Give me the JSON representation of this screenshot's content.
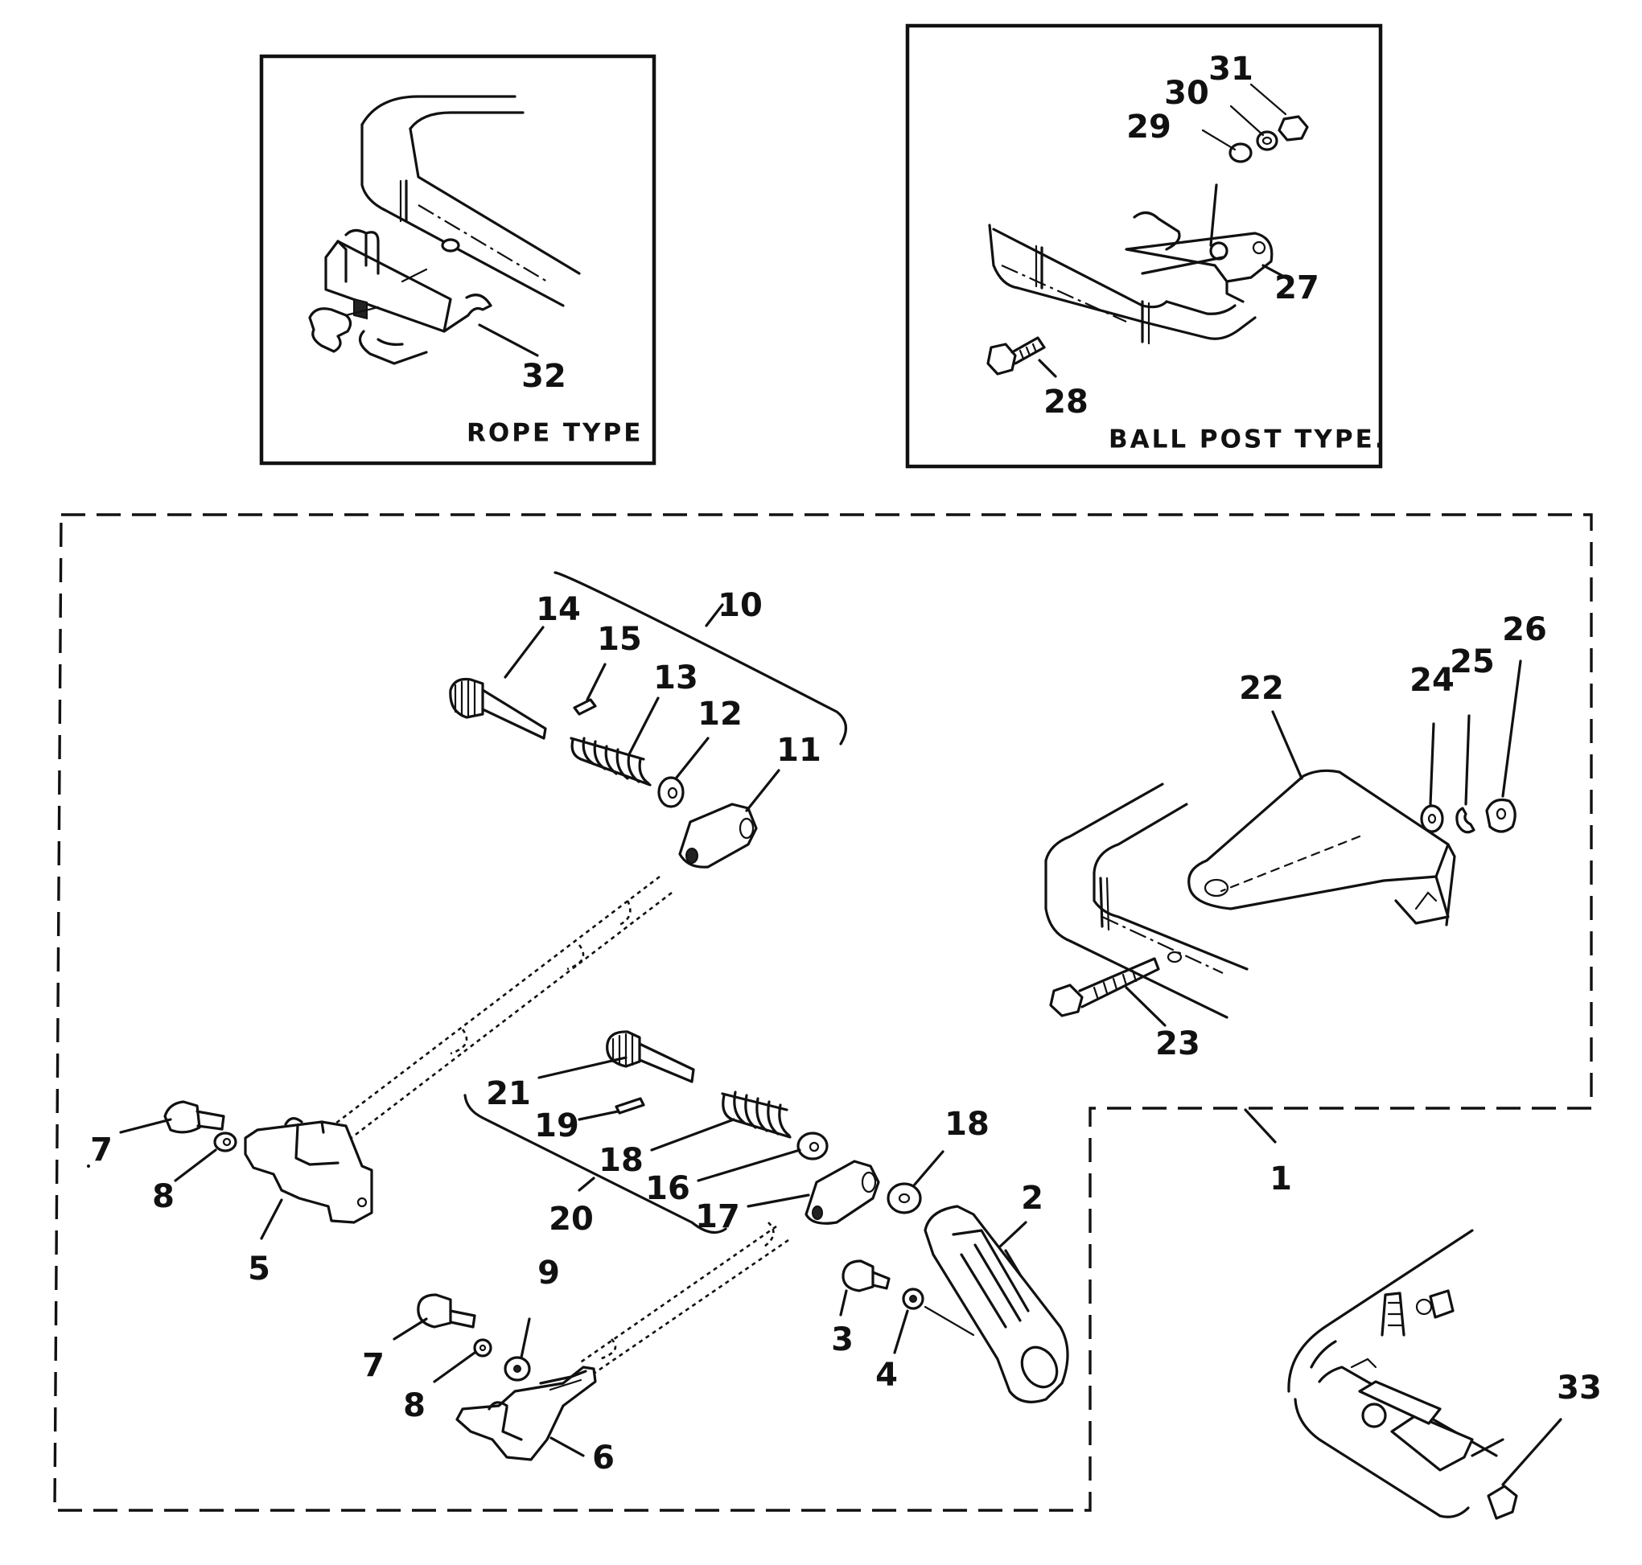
{
  "insets": {
    "rope_type_caption": "ROPE TYPE",
    "ball_post_type_caption": "BALL POST TYPE."
  },
  "callouts": [
    {
      "id": "c32",
      "label": "32"
    },
    {
      "id": "c31",
      "label": "31"
    },
    {
      "id": "c30",
      "label": "30"
    },
    {
      "id": "c29",
      "label": "29"
    },
    {
      "id": "c27",
      "label": "27"
    },
    {
      "id": "c28",
      "label": "28"
    },
    {
      "id": "c10",
      "label": "10"
    },
    {
      "id": "c14",
      "label": "14"
    },
    {
      "id": "c15",
      "label": "15"
    },
    {
      "id": "c13",
      "label": "13"
    },
    {
      "id": "c12",
      "label": "12"
    },
    {
      "id": "c11",
      "label": "11"
    },
    {
      "id": "c22",
      "label": "22"
    },
    {
      "id": "c24",
      "label": "24"
    },
    {
      "id": "c25",
      "label": "25"
    },
    {
      "id": "c26",
      "label": "26"
    },
    {
      "id": "c23",
      "label": "23"
    },
    {
      "id": "c20",
      "label": "20"
    },
    {
      "id": "c21",
      "label": "21"
    },
    {
      "id": "c19",
      "label": "19"
    },
    {
      "id": "c18a",
      "label": "18"
    },
    {
      "id": "c18b",
      "label": "18"
    },
    {
      "id": "c16",
      "label": "16"
    },
    {
      "id": "c17",
      "label": "17"
    },
    {
      "id": "c7a",
      "label": "7"
    },
    {
      "id": "c8a",
      "label": "8"
    },
    {
      "id": "c5",
      "label": "5"
    },
    {
      "id": "c1",
      "label": "1"
    },
    {
      "id": "c2",
      "label": "2"
    },
    {
      "id": "c3",
      "label": "3"
    },
    {
      "id": "c4",
      "label": "4"
    },
    {
      "id": "c9",
      "label": "9"
    },
    {
      "id": "c7b",
      "label": "7"
    },
    {
      "id": "c8b",
      "label": "8"
    },
    {
      "id": "c6",
      "label": "6"
    },
    {
      "id": "c33",
      "label": "33"
    }
  ]
}
